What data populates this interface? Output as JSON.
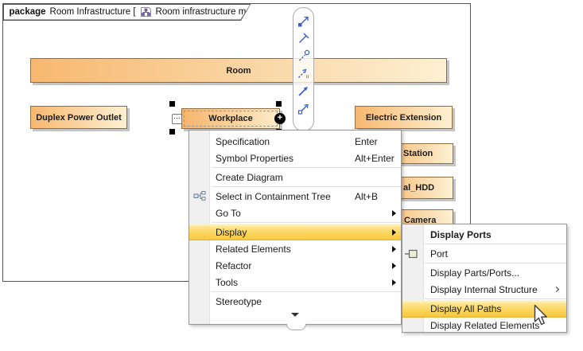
{
  "diagram": {
    "tab": {
      "keyword": "package",
      "title": "Room Infrastructure [",
      "diagram_name": "Room infrastructure model ]"
    },
    "nodes": {
      "room": "Room",
      "duplex": "Duplex Power Outlet",
      "workplace": "Workplace",
      "electric": "Electric Extension",
      "station": "Station",
      "hdd": "al_HDD",
      "camera": "Camera"
    },
    "selection": {
      "collapse_glyph": "⋯",
      "expand_glyph": "+"
    }
  },
  "smart_toolbar": {
    "icons": [
      "new-directed-link-icon",
      "new-anchor-link-icon",
      "new-port-link-icon",
      "new-usage-link-icon",
      "new-association-link-icon",
      "new-connector-link-icon"
    ]
  },
  "context_menu": {
    "items": [
      {
        "label": "Specification",
        "shortcut": "Enter"
      },
      {
        "label": "Symbol Properties",
        "shortcut": "Alt+Enter"
      },
      {
        "label": "Create Diagram",
        "shortcut": ""
      },
      {
        "label": "Select in Containment Tree",
        "shortcut": "Alt+B",
        "icon": "containment-tree-icon"
      },
      {
        "label": "Go To",
        "submenu": true
      },
      {
        "label": "Display",
        "submenu": true,
        "highlighted": true
      },
      {
        "label": "Related Elements",
        "submenu": true
      },
      {
        "label": "Refactor",
        "submenu": true
      },
      {
        "label": "Tools",
        "submenu": true
      },
      {
        "label": "Stereotype"
      }
    ],
    "has_more_below": true
  },
  "display_submenu": {
    "header": "Display Ports",
    "items": [
      {
        "label": "Port",
        "icon": "port-icon"
      },
      {
        "label": "Display Parts/Ports..."
      },
      {
        "label": "Display Internal Structure",
        "submenu": true
      },
      {
        "label": "Display All Paths",
        "highlighted": true,
        "hovered": true
      },
      {
        "label": "Display Related Elements"
      }
    ]
  },
  "colors": {
    "node_fill_left": "#f7b870",
    "node_fill_right": "#fdf0d2",
    "node_border": "#8f6d3e",
    "highlight_gold": "#fad254",
    "toolbar_icon_blue": "#3a5fcd",
    "frame_border": "#565656"
  }
}
